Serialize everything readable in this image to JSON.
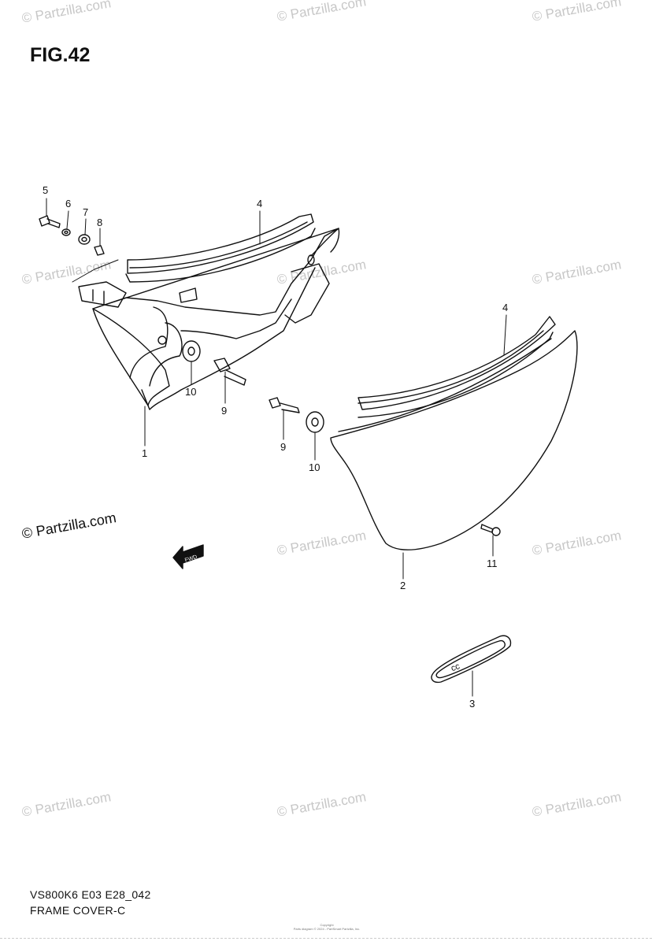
{
  "figure": {
    "title": "FIG.42",
    "code": "VS800K6 E03 E28_042",
    "name": "FRAME COVER-C",
    "copyright_line1": "Copyright",
    "copyright_line2": "Parts diagram © 2024 - PartSmart Partzilla, Inc."
  },
  "watermark": {
    "text": "© Partzilla.com",
    "main_text": "© Partzilla.com"
  },
  "callouts": {
    "c1": "1",
    "c2": "2",
    "c3": "3",
    "c4a": "4",
    "c4b": "4",
    "c5": "5",
    "c6": "6",
    "c7": "7",
    "c8": "8",
    "c9a": "9",
    "c9b": "9",
    "c10a": "10",
    "c10b": "10",
    "c11": "11"
  },
  "direction_arrow": {
    "label": "FWD"
  }
}
